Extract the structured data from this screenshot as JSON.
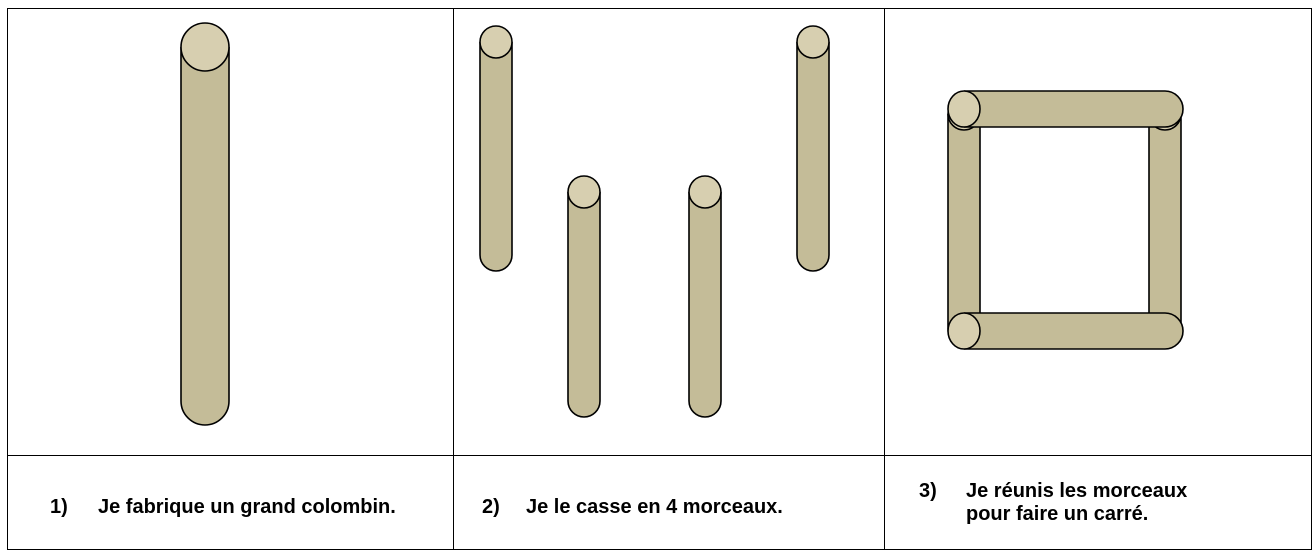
{
  "steps": [
    {
      "number": "1)",
      "text": "Je fabrique un grand colombin.",
      "illustration": "long-coil"
    },
    {
      "number": "2)",
      "text": "Je le casse en 4 morceaux.",
      "illustration": "four-pieces"
    },
    {
      "number": "3)",
      "text": "Je réunis les morceaux pour faire un carré.",
      "illustration": "square"
    }
  ],
  "colors": {
    "coil_fill": "#C4BC98",
    "coil_cap": "#D7CFB0",
    "stroke": "#000000"
  }
}
